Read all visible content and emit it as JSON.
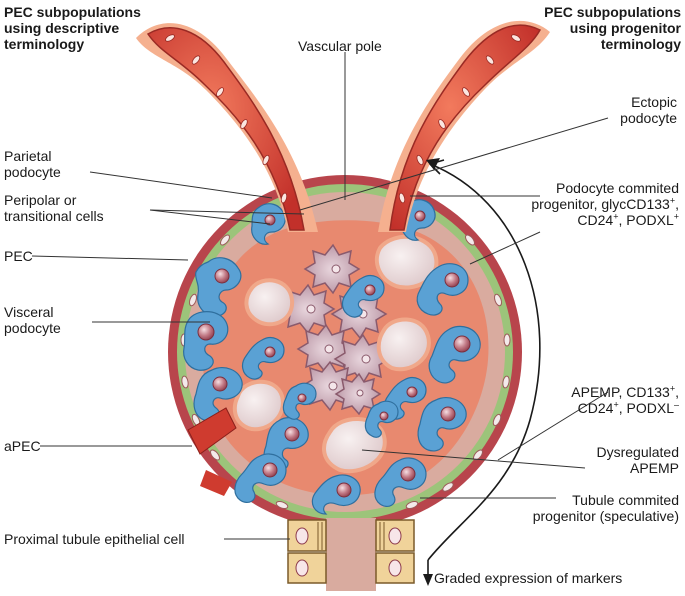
{
  "headers": {
    "left": [
      "PEC subpopulations",
      "using descriptive",
      "terminology"
    ],
    "right": [
      "PEC subpopulations",
      "using progenitor",
      "terminology"
    ]
  },
  "labels": {
    "vascular_pole": "Vascular pole",
    "ectopic_podocyte": [
      "Ectopic",
      "podocyte"
    ],
    "parietal_podocyte": [
      "Parietal",
      "podocyte"
    ],
    "peripolar": [
      "Peripolar or",
      "transitional cells"
    ],
    "pec": "PEC",
    "visceral_podocyte": [
      "Visceral",
      "podocyte"
    ],
    "apec": "aPEC",
    "proximal_tubule": "Proximal tubule epithelial cell",
    "podocyte_committed": {
      "line1": "Podocyte commited",
      "line2": "progenitor, glycCD133",
      "line2_sup": "+",
      "line2_end": ",",
      "line3_a": "CD24",
      "line3_a_sup": "+",
      "line3_b": ", PODXL",
      "line3_b_sup": "+"
    },
    "apemp": {
      "line1_a": "APEMP, CD133",
      "line1_a_sup": "+",
      "line1_end": ",",
      "line2_a": "CD24",
      "line2_a_sup": "+",
      "line2_b": ", PODXL",
      "line2_b_sup": "–"
    },
    "dysregulated": [
      "Dysregulated",
      "APEMP"
    ],
    "tubule_committed": [
      "Tubule commited",
      "progenitor (speculative)"
    ],
    "graded_expression": "Graded expression of markers"
  },
  "colors": {
    "capsule_outer": "#b8454c",
    "bowman_space": "#d6a79c",
    "inner_tuft": "#e98a72",
    "podocyte_blue": "#5aa1d4",
    "pec_green": "#8dbe6a",
    "capillary_lumen": "#efe3e4",
    "vessel_red": "#cf3b2f",
    "tubule_cell": "#f0d39a"
  }
}
